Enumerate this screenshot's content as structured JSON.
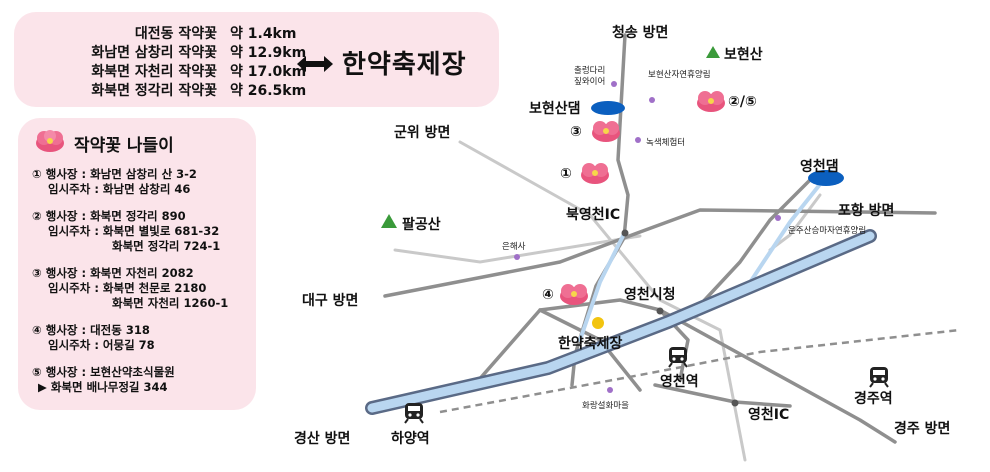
{
  "distances": [
    {
      "place": "대전동 작약꽃",
      "dist": "약  1.4km"
    },
    {
      "place": "화남면 삼창리 작약꽃",
      "dist": "약 12.9km"
    },
    {
      "place": "화북면 자천리 작약꽃",
      "dist": "약 17.0km"
    },
    {
      "place": "화북면 정각리 작약꽃",
      "dist": "약 26.5km"
    }
  ],
  "festival_title": "한약축제장",
  "spots": {
    "heading": "작약꽃 나들이",
    "lines": [
      "① 행사장 : 화남면 삼창리 산 3-2",
      "임시주차 : 화남면 삼창리 46",
      "② 행사장 : 화북면 정각리 890",
      "임시주차 : 화북면 별빛로 681-32",
      "화북면 정각리 724-1",
      "③ 행사장 : 화북면 자천리 2082",
      "임시주차 : 화북면 천문로 2180",
      "화북면 자천리 1260-1",
      "④ 행사장 : 대전동 318",
      "임시주차 : 어뭉길 78",
      "⑤ 행사장 : 보현산약초식물원",
      "▶ 화북면 배나무정길 344"
    ]
  },
  "map": {
    "directions": {
      "north": "청송 방면",
      "gunwi": "군위 방면",
      "pohang": "포항 방면",
      "daegu": "대구 방면",
      "gyeongsan": "경산 방면",
      "gyeongju": "경주 방면"
    },
    "mountains": {
      "bohyeon": "보현산",
      "palgong": "팔공산"
    },
    "dams": {
      "bohyeon": "보현산댐",
      "yeongcheon": "영천댐"
    },
    "places": {
      "chulleong": "출렁다리",
      "zipline": "짚와이어",
      "forest_bohyeon": "보현산자연휴양림",
      "green_center": "녹색체험터",
      "eunhaesa": "은해사",
      "unjusan": "운주산승마자연휴양림",
      "hwarang": "화랑설화마을"
    },
    "labels": {
      "north_ic": "북영천IC",
      "city_hall": "영천시청",
      "festival": "한약축제장",
      "yeongcheon_st": "영천역",
      "hayang_st": "하양역",
      "yeongcheon_ic": "영천IC",
      "gyeongju_st": "경주역"
    },
    "markers": {
      "m1": "①",
      "m25": "②/⑤",
      "m3": "③",
      "m4": "④"
    }
  },
  "colors": {
    "panel_bg": "#fbe4ea",
    "flower": "#e8547d",
    "dam": "#0b5fbf",
    "rail": "#b9d6f0",
    "festival_dot": "#f2c40f",
    "poi": "#a070c8",
    "mountain": "#3a9a3a"
  }
}
